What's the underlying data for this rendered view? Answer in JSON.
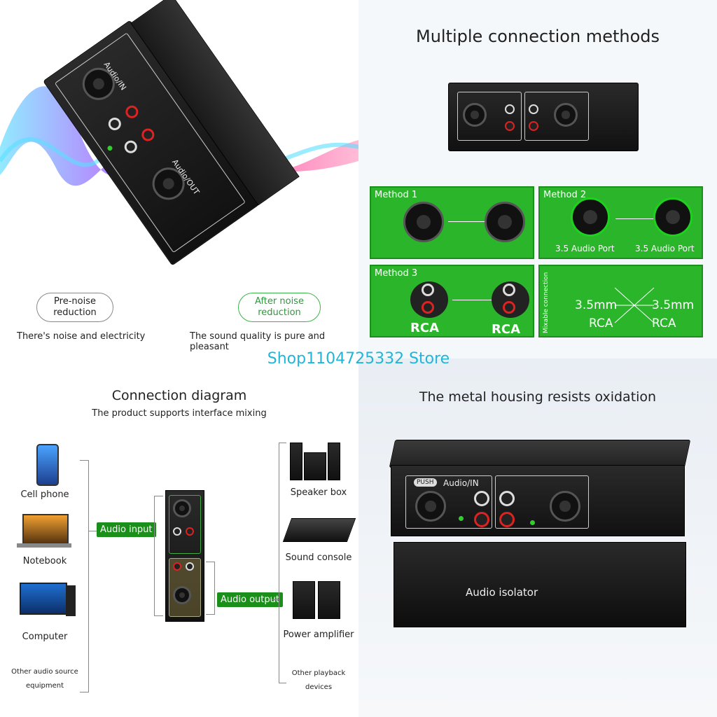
{
  "q1": {
    "pre_label": "Pre-noise reduction",
    "after_label": "After noise reduction",
    "pre_caption": "There's noise and electricity",
    "after_caption": "The sound quality is pure and pleasant",
    "device_in_label": "Audio/IN",
    "device_out_label": "Audio/OUT"
  },
  "q2": {
    "title": "Multiple connection methods",
    "methods": [
      {
        "label": "Method 1"
      },
      {
        "label": "Method 2",
        "port_left": "3.5 Audio Port",
        "port_right": "3.5 Audio Port"
      },
      {
        "label": "Method 3",
        "left": "RCA",
        "right": "RCA"
      }
    ],
    "mix": {
      "side": "Mixable connection",
      "a1": "3.5mm",
      "a2": "RCA",
      "b1": "3.5mm",
      "b2": "RCA"
    }
  },
  "watermark": "Shop1104725332 Store",
  "q3": {
    "title": "Connection diagram",
    "subtitle": "The product supports interface mixing",
    "inputs": [
      "Cell phone",
      "Notebook",
      "Computer",
      "Other audio source equipment"
    ],
    "outputs": [
      "Speaker box",
      "Sound console",
      "Power amplifier",
      "Other playback devices"
    ],
    "audio_input": "Audio input",
    "audio_output": "Audio output"
  },
  "q4": {
    "title": "The metal housing resists oxidation",
    "device_in_label": "Audio/IN",
    "push_label": "PUSH",
    "box_label": "Audio isolator"
  }
}
